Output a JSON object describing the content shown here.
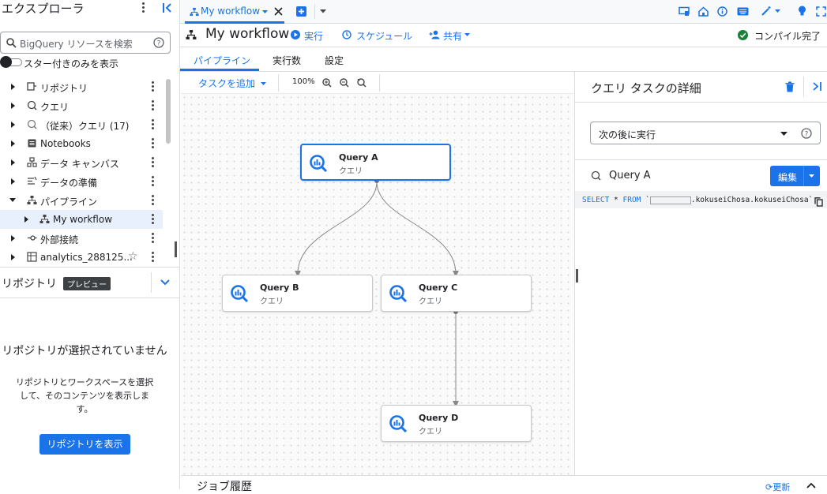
{
  "explorer": {
    "title": "エクスプローラ",
    "search_placeholder": "BigQuery リソースを検索",
    "starred_toggle_label": "スター付きのみを表示",
    "tree": [
      {
        "label": "リポジトリ",
        "icon": "repository-icon",
        "expanded": false
      },
      {
        "label": "クエリ",
        "icon": "query-icon",
        "expanded": false
      },
      {
        "label": "（従来）クエリ (17)",
        "icon": "legacy-query-icon",
        "expanded": false
      },
      {
        "label": "Notebooks",
        "icon": "notebook-icon",
        "expanded": false
      },
      {
        "label": "データ キャンバス",
        "icon": "data-canvas-icon",
        "expanded": false
      },
      {
        "label": "データの準備",
        "icon": "data-prep-icon",
        "expanded": false
      },
      {
        "label": "パイプライン",
        "icon": "pipeline-icon",
        "expanded": true
      },
      {
        "label": "My workflow",
        "icon": "pipeline-icon",
        "selected": true
      },
      {
        "label": "外部接続",
        "icon": "external-connection-icon",
        "expanded": false
      },
      {
        "label": "analytics_288125...",
        "icon": "dataset-icon",
        "expanded": false
      }
    ]
  },
  "repository": {
    "title": "リポジトリ",
    "badge": "プレビュー",
    "empty_title": "リポジトリが選択されていません",
    "empty_desc": "リポジトリとワークスペースを選択して、そのコンテンツを表示します。",
    "show_button": "リポジトリを表示"
  },
  "tabs": {
    "active_label": "My workflow"
  },
  "workflow": {
    "title": "My workflow",
    "run_label": "実行",
    "schedule_label": "スケジュール",
    "share_label": "共有",
    "compile_status": "コンパイル完了",
    "subtabs": [
      "パイプライン",
      "実行数",
      "設定"
    ],
    "add_task_label": "タスクを追加",
    "zoom": "100%"
  },
  "nodes": [
    {
      "title": "Query A",
      "subtitle": "クエリ"
    },
    {
      "title": "Query B",
      "subtitle": "クエリ"
    },
    {
      "title": "Query C",
      "subtitle": "クエリ"
    },
    {
      "title": "Query D",
      "subtitle": "クエリ"
    }
  ],
  "detail": {
    "title": "クエリ タスクの詳細",
    "run_after_label": "次の後に実行",
    "query_name": "Query A",
    "edit_label": "編集",
    "sql_keyword1": "SELECT",
    "sql_star": " * ",
    "sql_keyword2": "FROM",
    "sql_table": ".kokuseiChosa.kokuseiChosa`"
  },
  "jobs": {
    "title": "ジョブ履歴",
    "refresh_label": "更新"
  },
  "colors": {
    "accent": "#1a73e8",
    "success": "#188038"
  }
}
